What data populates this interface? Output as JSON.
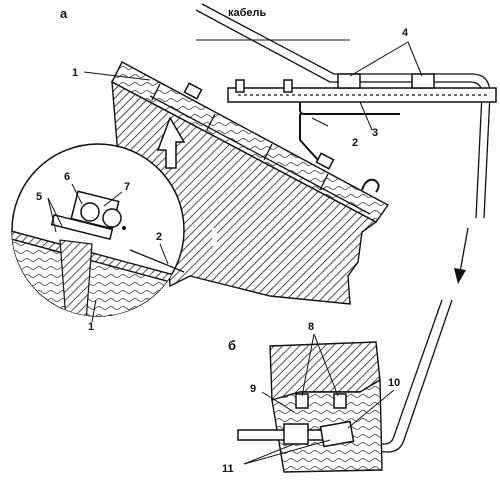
{
  "labels": {
    "fig_a": "а",
    "fig_b": "б",
    "cable": "кабель",
    "n1_top": "1",
    "n1_inset": "1",
    "n2_top": "2",
    "n2_inset": "2",
    "n3": "3",
    "n4": "4",
    "n5": "5",
    "n6": "6",
    "n7": "7",
    "n8": "8",
    "n9": "9",
    "n10": "10",
    "n11": "11"
  }
}
